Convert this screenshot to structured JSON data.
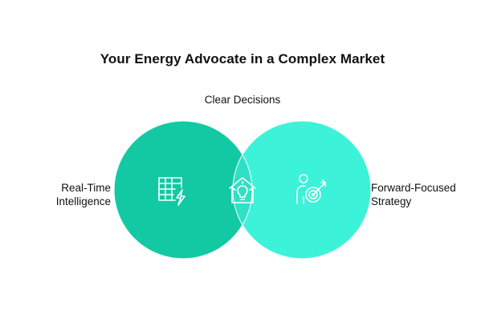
{
  "title": "Your Energy Advocate in a Complex Market",
  "sets": {
    "left": {
      "label_line1": "Real-Time",
      "label_line2": "Intelligence",
      "icon": "grid-lightning-icon",
      "color": "#12c9a4"
    },
    "right": {
      "label_line1": "Forward-Focused",
      "label_line2": "Strategy",
      "icon": "person-target-icon",
      "color": "#3cf2d8"
    },
    "intersection": {
      "label": "Clear Decisions",
      "icon": "house-lightbulb-icon",
      "color": "#2fe0c4"
    }
  },
  "colors": {
    "outline": "#ffffff",
    "icon_stroke": "#ffffff",
    "text": "#111111"
  }
}
